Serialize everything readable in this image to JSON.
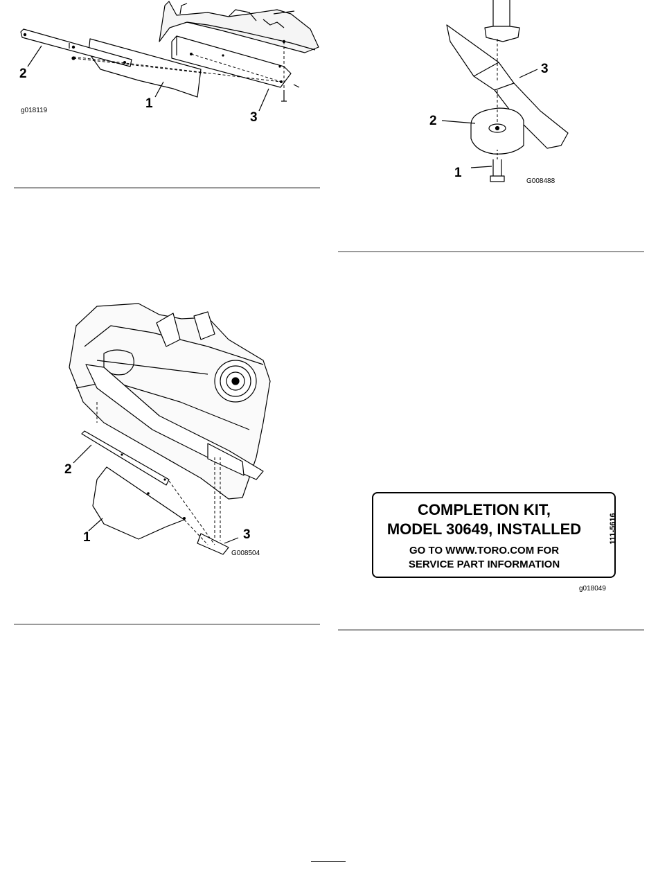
{
  "figure_a": {
    "callouts": [
      "2",
      "1",
      "3"
    ],
    "code": "g018119"
  },
  "figure_b": {
    "callouts": [
      "3",
      "2",
      "1"
    ],
    "code": "G008488"
  },
  "figure_c": {
    "callouts": [
      "2",
      "1",
      "3"
    ],
    "code": "G008504"
  },
  "figure_d": {
    "decal": {
      "line1": "COMPLETION KIT,",
      "line2": "MODEL 30649, INSTALLED",
      "line3": "GO TO WWW.TORO.COM FOR",
      "line4": "SERVICE PART INFORMATION",
      "part_number": "111-5616"
    },
    "code": "g018049"
  }
}
